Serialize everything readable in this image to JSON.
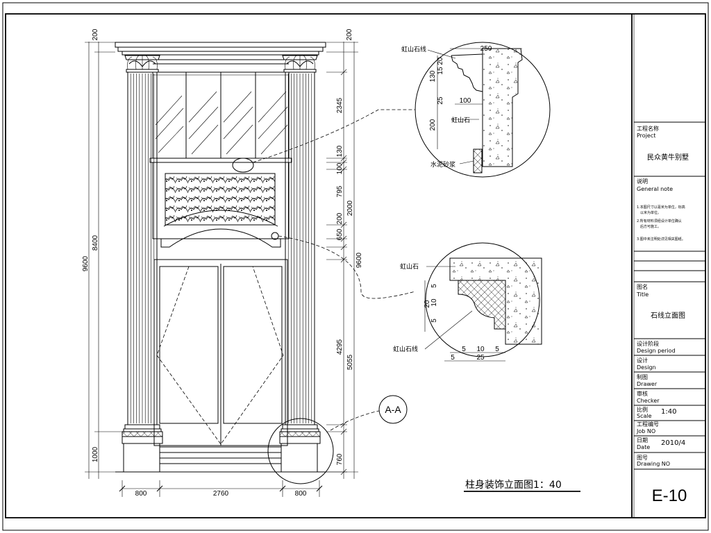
{
  "drawing": {
    "title": "柱身装饰立面图1：40",
    "section_tag": "A-A",
    "overall_dims": {
      "left_total": "9600",
      "left_upper": "8400",
      "left_base": "1000",
      "right_total": "9600",
      "top_left": "200",
      "top_right": "200"
    },
    "right_dims": [
      "2345",
      "130",
      "100",
      "795",
      "2000",
      "650",
      "200",
      "4295",
      "5055",
      "760"
    ],
    "bottom_dims": [
      "800",
      "2760",
      "800"
    ]
  },
  "detail_top": {
    "width": "250",
    "dims": [
      "130",
      "15",
      "20",
      "25",
      "100",
      "200"
    ],
    "labels": [
      "虹山石线",
      "虹山石",
      "水泥砂浆"
    ]
  },
  "detail_bottom": {
    "dims_left": [
      "5",
      "20",
      "10",
      "5"
    ],
    "dims_bottom": [
      "5",
      "10",
      "5",
      "5",
      "25"
    ],
    "labels": [
      "虹山石",
      "虹山石线"
    ]
  },
  "title_block": {
    "project_cn": "工程名称",
    "project_en": "Project",
    "project_name": "民众黄牛别墅",
    "note_cn": "说明",
    "note_en": "General note",
    "note_lines": [
      "1.本图尺寸以毫米为单位，标高",
      "以米为单位。",
      "2.所有材料须经设计单位确认",
      "后方可施工。",
      "3.图中未注明处详见相关图纸。"
    ],
    "title_cn": "图名",
    "title_en": "Title",
    "title_name": "石线立面图",
    "design_period_cn": "设计阶段",
    "design_period_en": "Design period",
    "design_cn": "设计",
    "design_en": "Design",
    "drawer_cn": "制图",
    "drawer_en": "Drawer",
    "checker_cn": "审核",
    "checker_en": "Checker",
    "scale_cn": "比例",
    "scale_en": "Scale",
    "scale_value": "1:40",
    "job_cn": "工程编号",
    "job_en": "Job NO",
    "date_cn": "日期",
    "date_en": "Date",
    "date_value": "2010/4",
    "drawing_no_cn": "图号",
    "drawing_no_en": "Drawing NO",
    "drawing_no": "E-10"
  }
}
